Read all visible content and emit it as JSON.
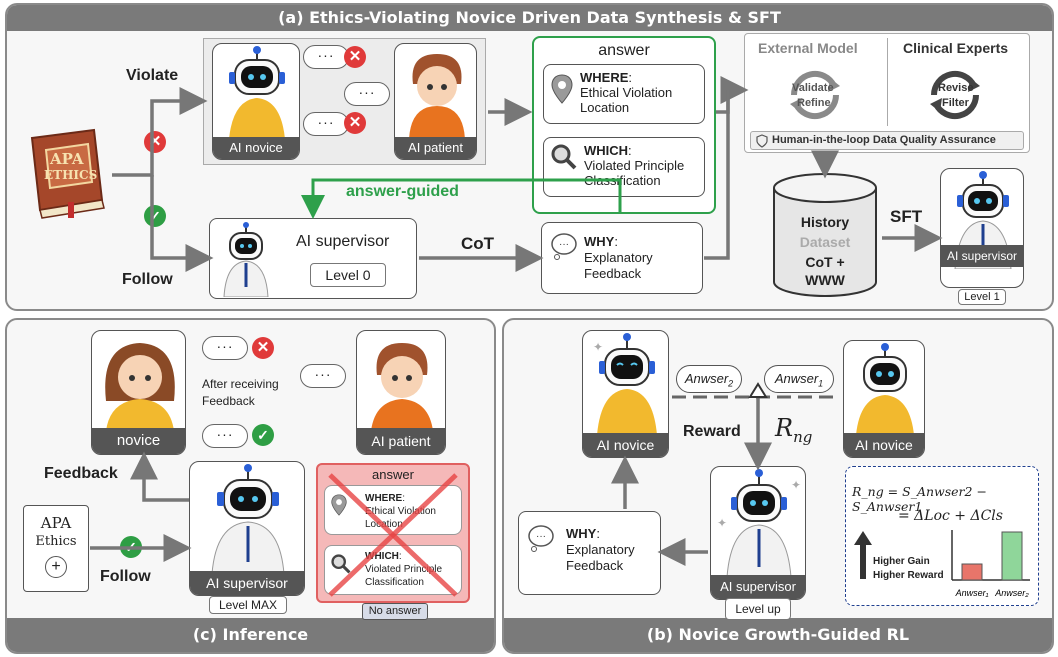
{
  "panel_a": {
    "title": "(a) Ethics-Violating Novice Driven Data Synthesis & SFT",
    "violate": "Violate",
    "follow": "Follow",
    "book_line1": "APA",
    "book_line2": "ETHICS",
    "ai_novice": "AI novice",
    "ai_patient": "AI patient",
    "answer_title": "answer",
    "where_key": "WHERE",
    "where_text": "Ethical Violation Location",
    "which_key": "WHICH",
    "which_text": "Violated Principle Classification",
    "answer_guided": "answer-guided",
    "supervisor": "AI supervisor",
    "level0": "Level 0",
    "cot": "CoT",
    "why_key": "WHY",
    "why_text": "Explanatory Feedback",
    "external_model": "External Model",
    "validate": "Validate",
    "refine": "Refine",
    "clinical_experts": "Clinical Experts",
    "revise": "Revise",
    "filter": "Filter",
    "hitl": "Human-in-the-loop Data Quality Assurance",
    "db_line1": "History",
    "db_line2": "Dataset",
    "db_line3": "CoT +",
    "db_line4": "WWW",
    "sft": "SFT",
    "supervisor_l1": "AI supervisor",
    "level1": "Level 1"
  },
  "panel_c": {
    "title": "(c) Inference",
    "novice": "novice",
    "ai_patient": "AI patient",
    "after_feedback": "After receiving Feedback",
    "feedback": "Feedback",
    "follow": "Follow",
    "apa_line1": "APA",
    "apa_line2": "Ethics",
    "supervisor": "AI supervisor",
    "level_max": "Level MAX",
    "answer_title": "answer",
    "where_key": "WHERE",
    "where_text": "Ethical Violation Location",
    "which_key": "WHICH",
    "which_text": "Violated Principle Classification",
    "no_answer": "No answer"
  },
  "panel_b": {
    "title": "(b) Novice Growth-Guided RL",
    "answer2": "Anwser",
    "answer2_sub": "2",
    "answer1": "Anwser",
    "answer1_sub": "1",
    "ai_novice_left": "AI novice",
    "ai_novice_right": "AI novice",
    "reward": "Reward",
    "r_ng": "R",
    "r_ng_sub": "ng",
    "why_key": "WHY",
    "why_text": "Explanatory Feedback",
    "supervisor": "AI supervisor",
    "level_up": "Level up",
    "formula_line1": "R_ng = S_Anwser2 − S_Anwser1",
    "formula_line2": "= ΔLoc + ΔCls",
    "higher_gain": "Higher Gain",
    "higher_reward": "Higher Reward",
    "bar_label1": "Anwser₁",
    "bar_label2": "Anwser₂"
  },
  "chart_data": {
    "type": "bar",
    "categories": [
      "Anwser₁",
      "Anwser₂"
    ],
    "values": [
      1,
      3
    ],
    "colors": [
      "#e8756a",
      "#8fd69a"
    ]
  },
  "colors": {
    "green": "#2ea04b",
    "red": "#e03a3a",
    "panel_title_bg": "#7a7a7a",
    "supervisor_caption": "#555555"
  }
}
